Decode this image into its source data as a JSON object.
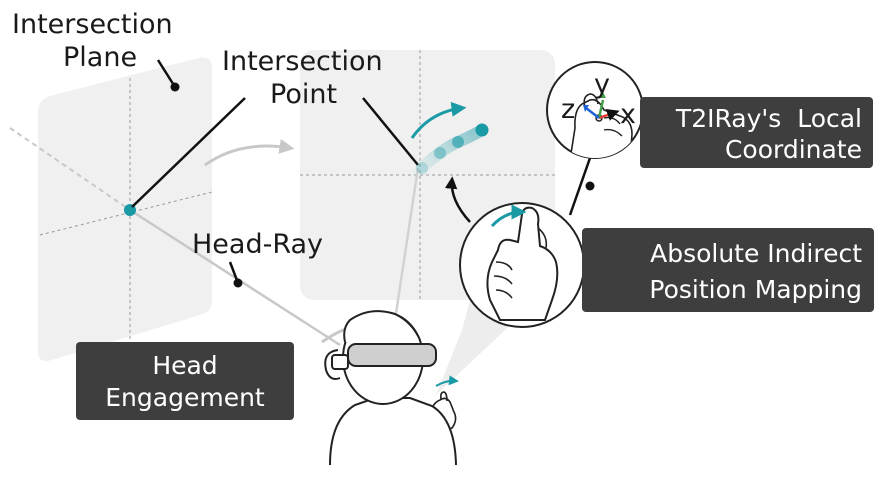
{
  "labels": {
    "intersection_plane": [
      "Intersection",
      "Plane"
    ],
    "intersection_point": [
      "Intersection",
      "Point"
    ],
    "head_ray": "Head-Ray"
  },
  "boxes": {
    "local_coordinate": [
      "T2IRay's  Local",
      "Coordinate"
    ],
    "absolute_mapping": [
      "Absolute Indirect",
      "Position Mapping"
    ],
    "head_engagement": [
      "Head",
      "Engagement"
    ]
  },
  "axes": {
    "x": "x",
    "y": "y",
    "z": "z"
  },
  "colors": {
    "teal": "#1a9aa5",
    "dark_box": "#3e3e3e",
    "plane": "#f0f0f0",
    "axis_x": "#e53935",
    "axis_y": "#43a047",
    "axis_z": "#1e63d6"
  },
  "icons": [
    "head-with-headset-icon",
    "thumbs-up-hand-icon",
    "hand-axes-icon"
  ]
}
